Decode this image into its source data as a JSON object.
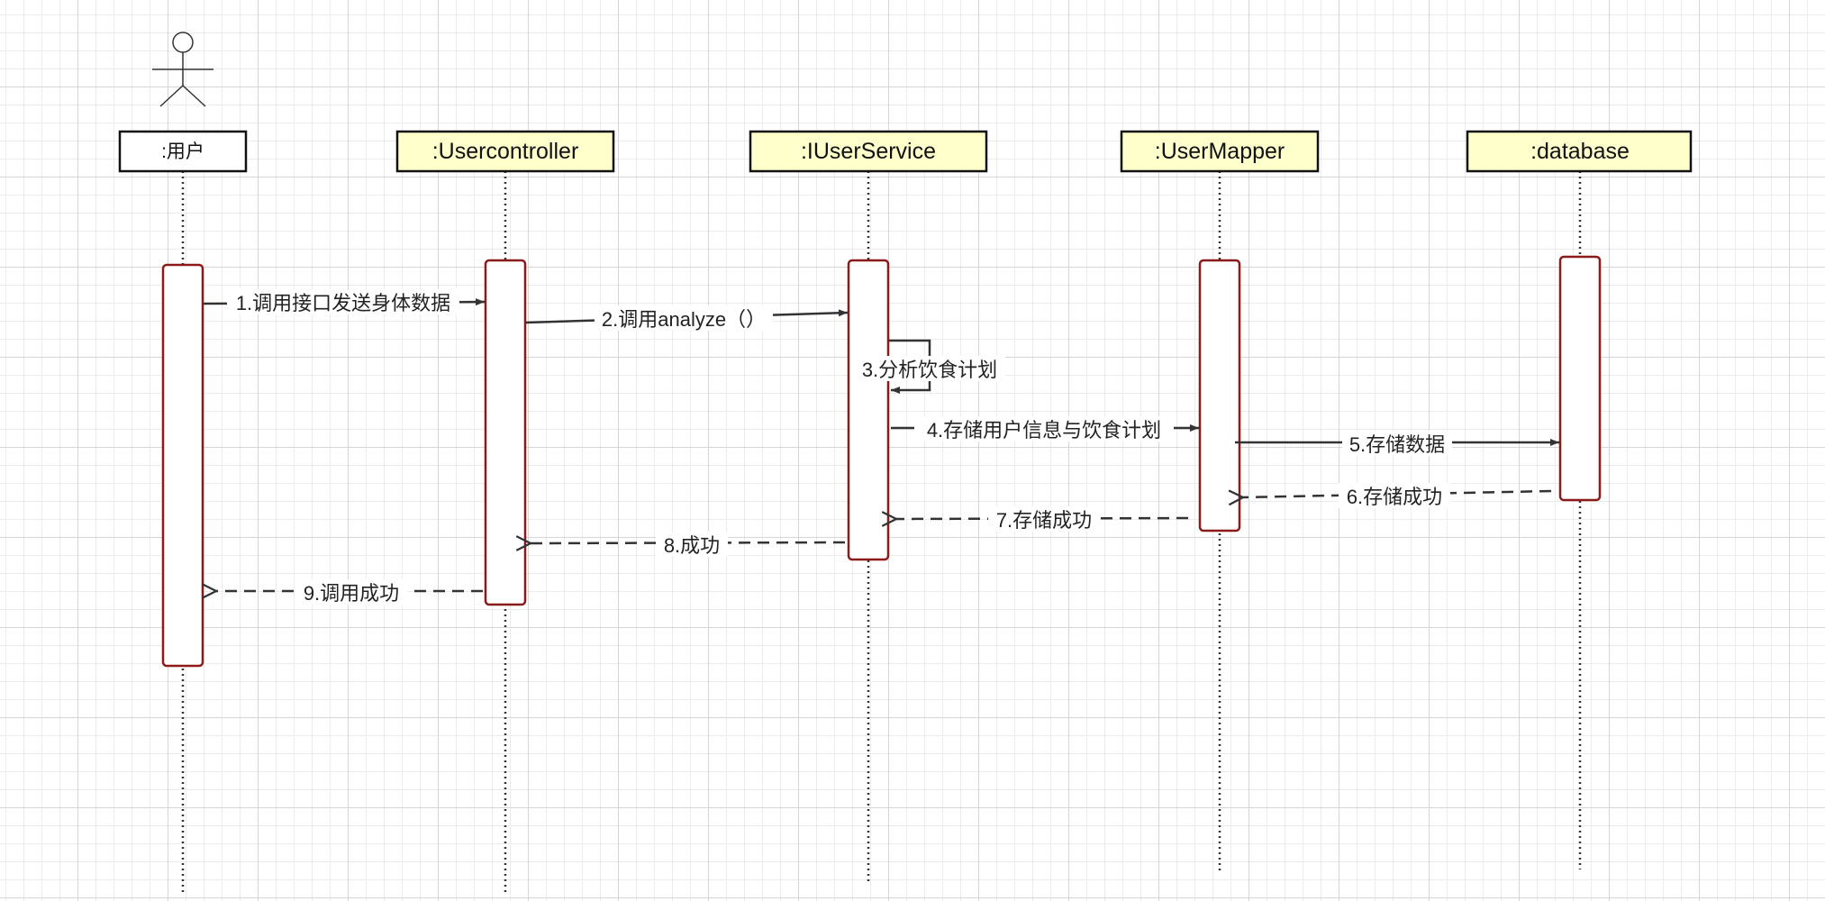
{
  "actor": {
    "label": ":用户"
  },
  "participants": [
    {
      "label": ":Usercontroller"
    },
    {
      "label": ":IUserService"
    },
    {
      "label": ":UserMapper"
    },
    {
      "label": ":database"
    }
  ],
  "messages": [
    {
      "label": "1.调用接口发送身体数据",
      "type": "sync"
    },
    {
      "label": "2.调用analyze（）",
      "type": "sync"
    },
    {
      "label": "3.分析饮食计划",
      "type": "self"
    },
    {
      "label": "4.存储用户信息与饮食计划",
      "type": "sync"
    },
    {
      "label": "5.存储数据",
      "type": "sync"
    },
    {
      "label": "6.存储成功",
      "type": "return"
    },
    {
      "label": "7.存储成功",
      "type": "return"
    },
    {
      "label": "8.成功",
      "type": "return"
    },
    {
      "label": "9.调用成功",
      "type": "return"
    }
  ],
  "colors": {
    "participant_fill": "#ffffcc",
    "actor_fill": "#ffffff",
    "activation_stroke": "#8b1a1a",
    "line": "#333333"
  }
}
